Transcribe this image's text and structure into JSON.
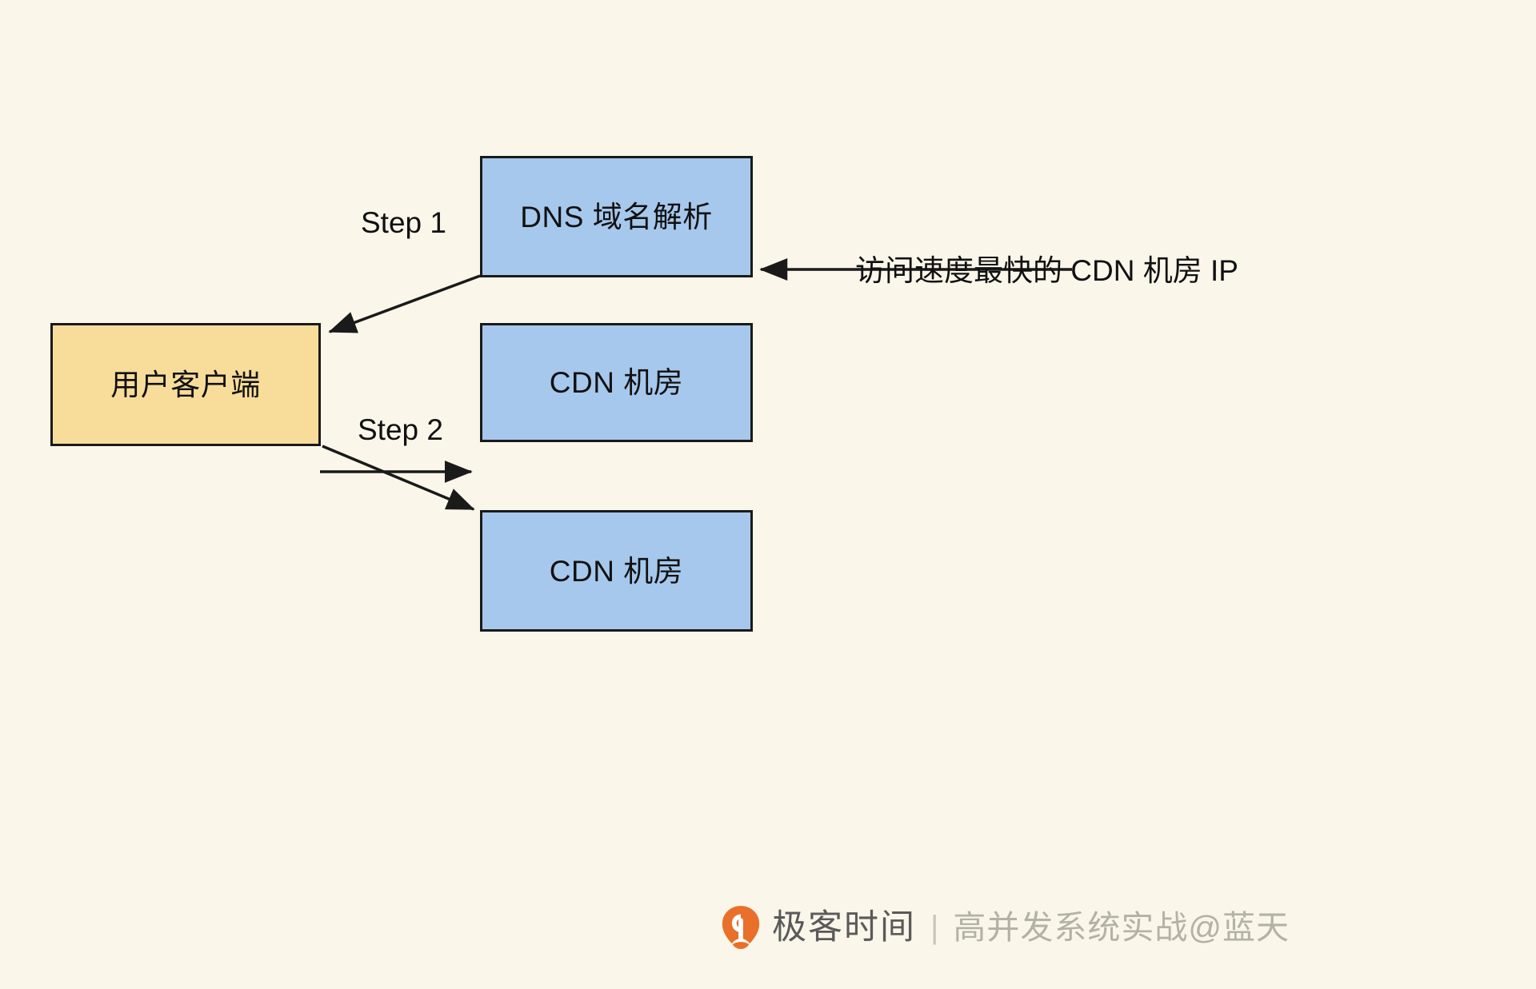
{
  "diagram": {
    "background_color": "#faf6ea",
    "node_blue_color": "#a6c8ec",
    "node_yellow_color": "#f8dd9a",
    "border_color": "#1a1a1a",
    "nodes": [
      {
        "id": "dns",
        "label": "DNS 域名解析"
      },
      {
        "id": "client",
        "label": "用户客户端"
      },
      {
        "id": "cdn1",
        "label": "CDN 机房"
      },
      {
        "id": "cdn2",
        "label": "CDN 机房"
      }
    ],
    "edge_labels": [
      {
        "id": "step1",
        "text": "Step 1"
      },
      {
        "id": "step2",
        "text": "Step 2"
      }
    ],
    "annotations": [
      {
        "id": "fastest-cdn-ip",
        "text": "访问速度最快的 CDN 机房 IP"
      }
    ]
  },
  "watermark": {
    "brand": "极客时间",
    "separator": "|",
    "course": "高并发系统实战@蓝天",
    "logo_color": "#e8702a"
  }
}
